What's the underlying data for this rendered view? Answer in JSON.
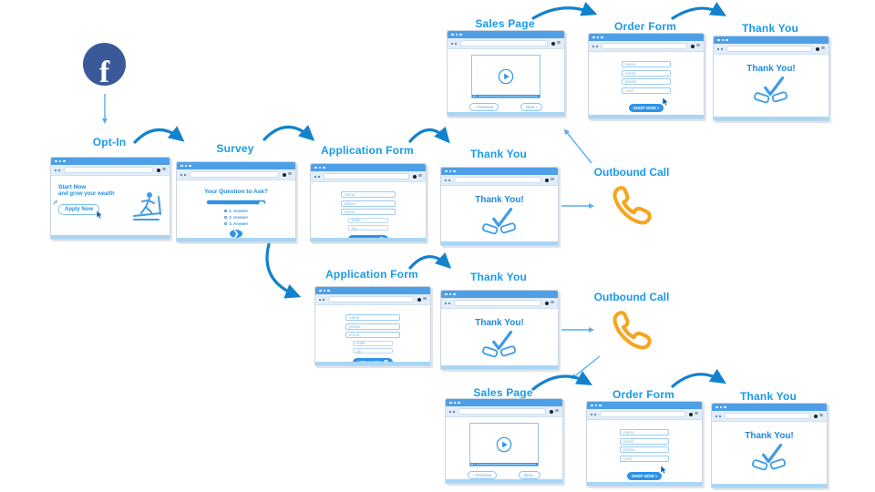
{
  "colors": {
    "accent_blue": "#199ae8",
    "arrow_thick": "#1282cc",
    "arrow_thin": "#57aef0",
    "chrome_blue": "#4f9fe6",
    "footer_blue": "#a9d6f6",
    "facebook_navy": "#3b5998",
    "phone_orange": "#f6a51e",
    "button_blue": "#2e93e8"
  },
  "facebook": {
    "letter": "f"
  },
  "outbound_calls": [
    {
      "label": "Outbound Call"
    },
    {
      "label": "Outbound Call"
    }
  ],
  "windows": {
    "opt_in": {
      "title": "Opt-In",
      "headline_1": "Start Now",
      "headline_2": "and grow your wealth",
      "cta": "Apply Now"
    },
    "survey": {
      "title": "Survey",
      "question": "Your Question to Ask?",
      "options": [
        "1. Answer",
        "2. Answer",
        "3. Answer"
      ],
      "progress_percent": 90
    },
    "app_form_1": {
      "title": "Application Form",
      "fields": [
        "name",
        "phone",
        "email",
        "state",
        "zip"
      ],
      "cta": "APPLY NOW"
    },
    "thank_you_1": {
      "title": "Thank You",
      "message": "Thank You!"
    },
    "sales_page_top": {
      "title": "Sales Page",
      "prev_label": "‹ Previous",
      "next_label": "Next ›"
    },
    "order_form_top": {
      "title": "Order Form",
      "fields": [
        "name",
        "email",
        "phone",
        "card"
      ],
      "cta": "SHOP NOW »"
    },
    "thank_you_top": {
      "title": "Thank You",
      "message": "Thank You!"
    },
    "app_form_2": {
      "title": "Application Form",
      "fields": [
        "name",
        "phone",
        "email",
        "state",
        "zip"
      ],
      "cta": "APPLY NOW"
    },
    "thank_you_2": {
      "title": "Thank You",
      "message": "Thank You!"
    },
    "sales_page_bottom": {
      "title": "Sales Page",
      "prev_label": "‹ Previous",
      "next_label": "Next ›"
    },
    "order_form_bottom": {
      "title": "Order Form",
      "fields": [
        "name",
        "email",
        "phone",
        "card"
      ],
      "cta": "SHOP NOW »"
    },
    "thank_you_bottom": {
      "title": "Thank You",
      "message": "Thank You!"
    }
  }
}
